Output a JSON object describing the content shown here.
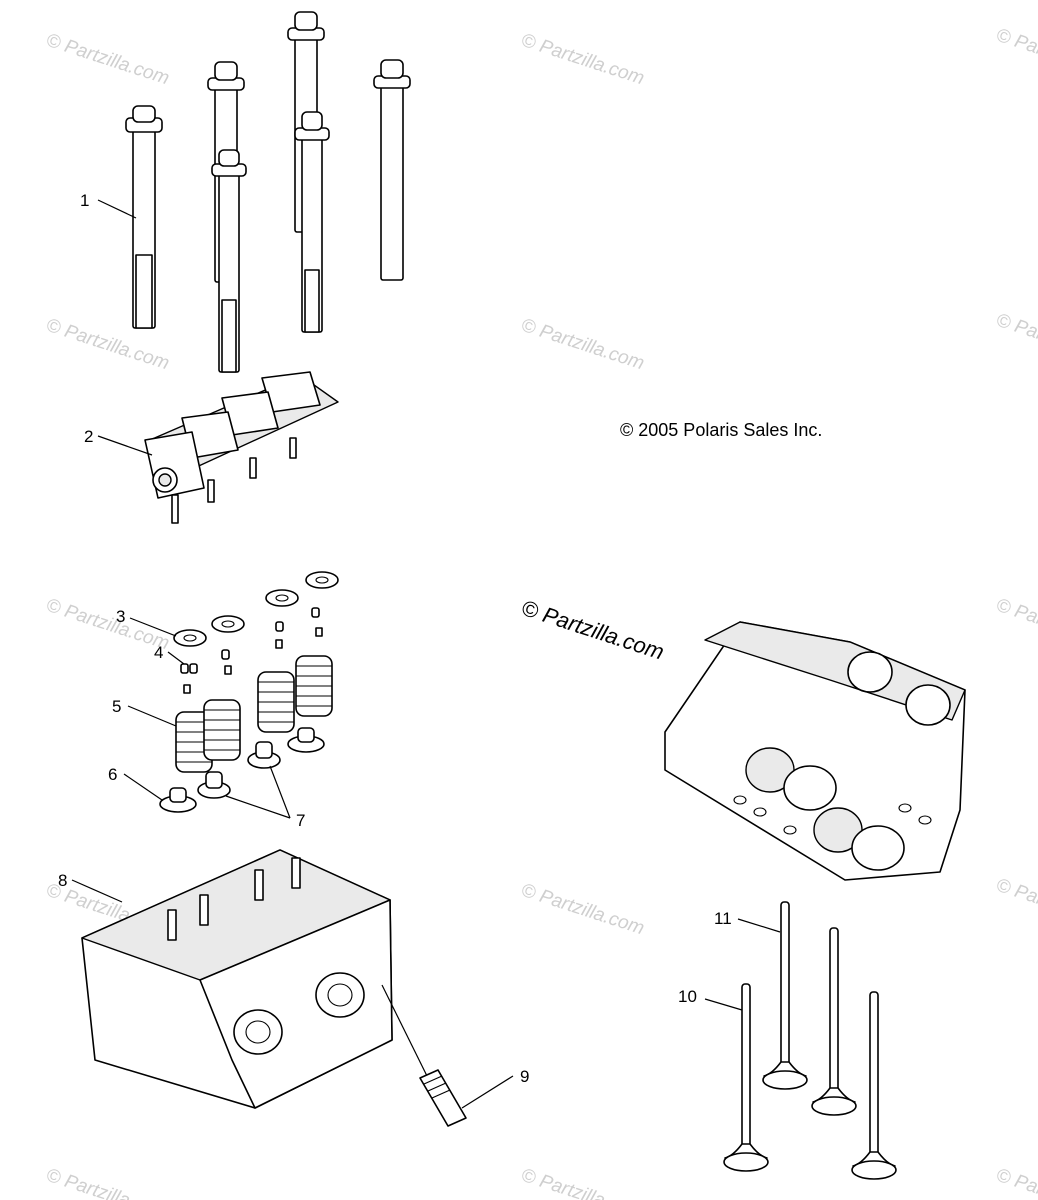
{
  "diagram": {
    "copyright": "© 2005 Polaris Sales Inc.",
    "brand_mark": "© Partzilla.com",
    "watermark": "© Partzilla.com",
    "callouts": [
      "1",
      "2",
      "3",
      "4",
      "5",
      "6",
      "7",
      "8",
      "9",
      "10",
      "11"
    ]
  }
}
